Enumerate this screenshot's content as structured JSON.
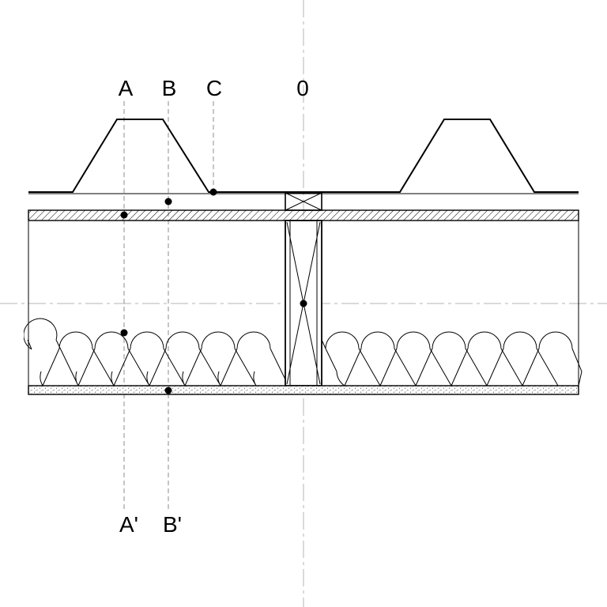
{
  "labels": {
    "top": {
      "a": "A",
      "b": "B",
      "c": "C",
      "zero": "0"
    },
    "bottom": {
      "a_prime": "A'",
      "b_prime": "B'"
    }
  },
  "colors": {
    "line": "#000000",
    "reference_line": "#8c8c8c",
    "center_line": "#b4b4b4",
    "background": "#ffffff"
  }
}
